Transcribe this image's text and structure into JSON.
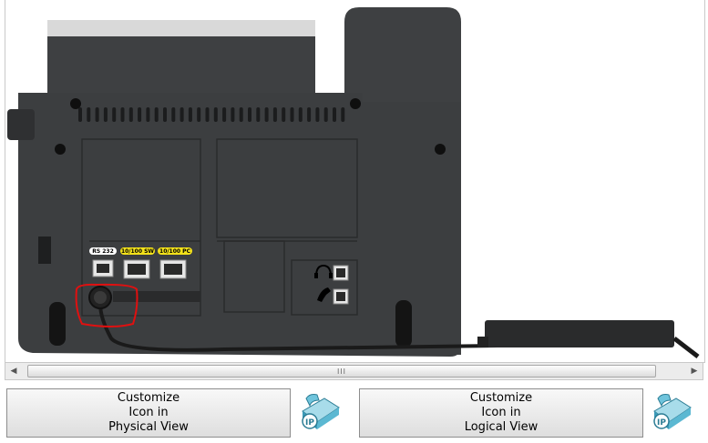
{
  "phone_panel": {
    "port_labels": {
      "rs232": "RS 232",
      "sw": "10/100 SW",
      "pc": "10/100 PC"
    },
    "colors": {
      "body": "#3c3e40",
      "label_yellow": "#f4e21a",
      "highlight_circle": "#e01010"
    },
    "icons": [
      "headset-icon",
      "handset-icon",
      "ethernet-port-icon"
    ]
  },
  "scrollbar": {
    "grip": "III"
  },
  "buttons": {
    "physical_label": "Customize\nIcon in\nPhysical View",
    "logical_label": "Customize\nIcon in\nLogical View"
  },
  "ip_phone_icon": {
    "text": "IP"
  }
}
